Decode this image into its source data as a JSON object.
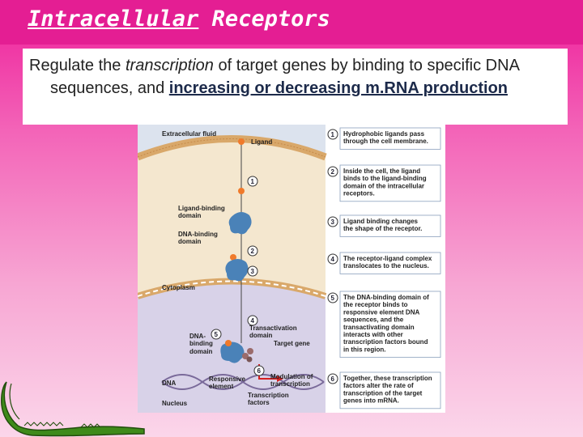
{
  "slide": {
    "title_underlined": "Intracellular",
    "title_rest": " Receptors",
    "body": {
      "part1": "Regulate the ",
      "part2_italic": "transcription",
      "part3": " of target genes by binding to specific DNA sequences, and ",
      "part4_highlight": "increasing or decreasing m.RNA production"
    }
  },
  "figure": {
    "labels": {
      "extracellular": "Extracellular fluid",
      "ligand": "Ligand",
      "ligand_binding": "Ligand-binding",
      "ligand_binding_2": "domain",
      "dna_binding": "DNA-binding",
      "dna_binding_2": "domain",
      "cytoplasm": "Cytoplasm",
      "transactivation": "Transactivation",
      "transactivation_2": "domain",
      "dna_binding_b": "DNA-",
      "dna_binding_b2": "binding",
      "dna_binding_b3": "domain",
      "target_gene": "Target gene",
      "dna": "DNA",
      "responsive": "Responsive",
      "responsive_2": "element",
      "modulation": "Modulation of",
      "modulation_2": "transcription",
      "transcription_factors": "Transcription",
      "transcription_factors_2": "factors",
      "nucleus": "Nucleus"
    },
    "step_numbers": [
      "1",
      "2",
      "3",
      "4",
      "5",
      "6"
    ],
    "steps": [
      {
        "num": "1",
        "lines": [
          "Hydrophobic ligands pass",
          "through the cell membrane."
        ]
      },
      {
        "num": "2",
        "lines": [
          "Inside the cell, the ligand",
          "binds to the ligand-binding",
          "domain of the intracellular",
          "receptors."
        ]
      },
      {
        "num": "3",
        "lines": [
          "Ligand binding changes",
          "the shape of the receptor."
        ]
      },
      {
        "num": "4",
        "lines": [
          "The receptor-ligand complex",
          "translocates to the nucleus."
        ]
      },
      {
        "num": "5",
        "lines": [
          "The DNA-binding domain of",
          "the receptor binds to",
          "responsive element DNA",
          "sequences, and the",
          "transactivating domain",
          "interacts with other",
          "transcription factors bound",
          "in this region."
        ]
      },
      {
        "num": "6",
        "lines": [
          "Together, these transcription",
          "factors alter the rate of",
          "transcription of the target",
          "genes into mRNA."
        ]
      }
    ]
  },
  "colors": {
    "title_bar": "#e41e93",
    "ligand": "#f07a2b",
    "receptor": "#4a82b8",
    "cytoplasm": "#f4e7cf",
    "nucleus": "#d8d2e8",
    "membrane": "#d9a86a",
    "arrow_red": "#d62020"
  }
}
